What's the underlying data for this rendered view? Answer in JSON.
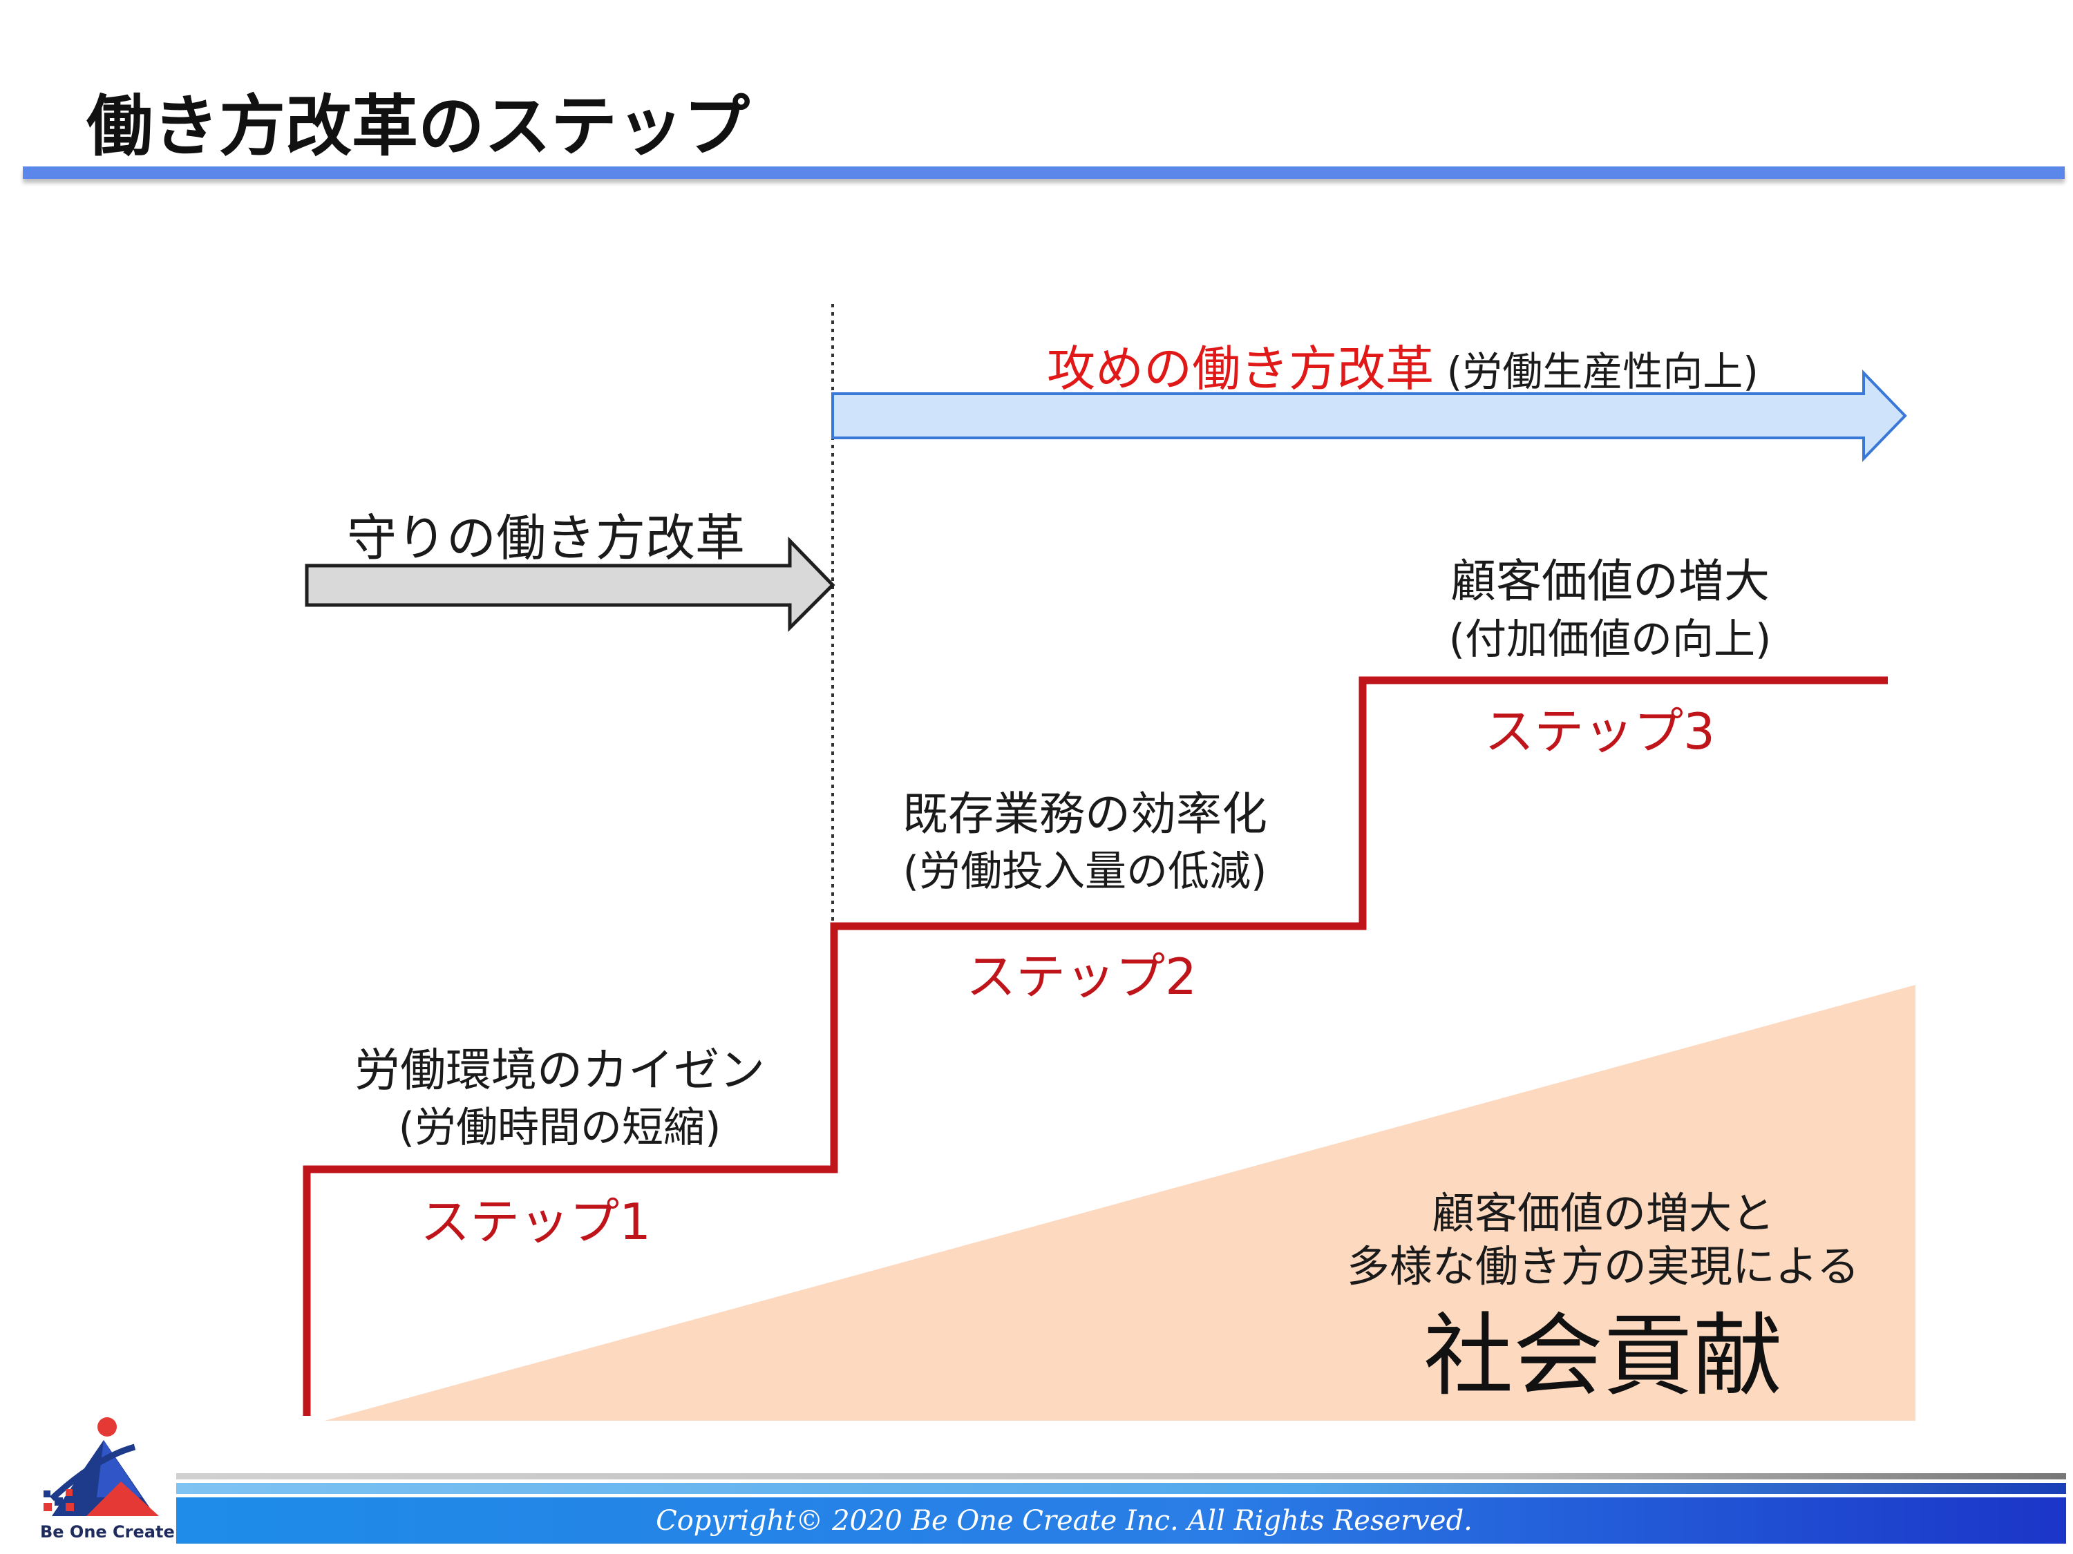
{
  "title": "働き方改革のステップ",
  "defensive": {
    "label": "守りの働き方改革"
  },
  "offensive": {
    "label_red": "攻めの働き方改革",
    "label_note": " (労働生産性向上)"
  },
  "steps": [
    {
      "heading": "労働環境のカイゼン",
      "sub": "(労働時間の短縮)",
      "label": "ステップ1"
    },
    {
      "heading": "既存業務の効率化",
      "sub": "(労働投入量の低減)",
      "label": "ステップ2"
    },
    {
      "heading": "顧客価値の増大",
      "sub": "(付加価値の向上)",
      "label": "ステップ3"
    }
  ],
  "contribution": {
    "line1": "顧客価値の増大と",
    "line2": "多様な働き方の実現による",
    "big": "社会貢献"
  },
  "footer": {
    "copyright": "Copyright© 2020 Be One Create Inc. All Rights Reserved.",
    "logo_text": "Be One Create"
  },
  "colors": {
    "accent_blue": "#5b86ea",
    "step_red": "#c0141b",
    "arrow_blue_fill": "#cfe4fb",
    "arrow_gray_fill": "#d9d9d9",
    "triangle_fill": "#fdd9c0"
  }
}
